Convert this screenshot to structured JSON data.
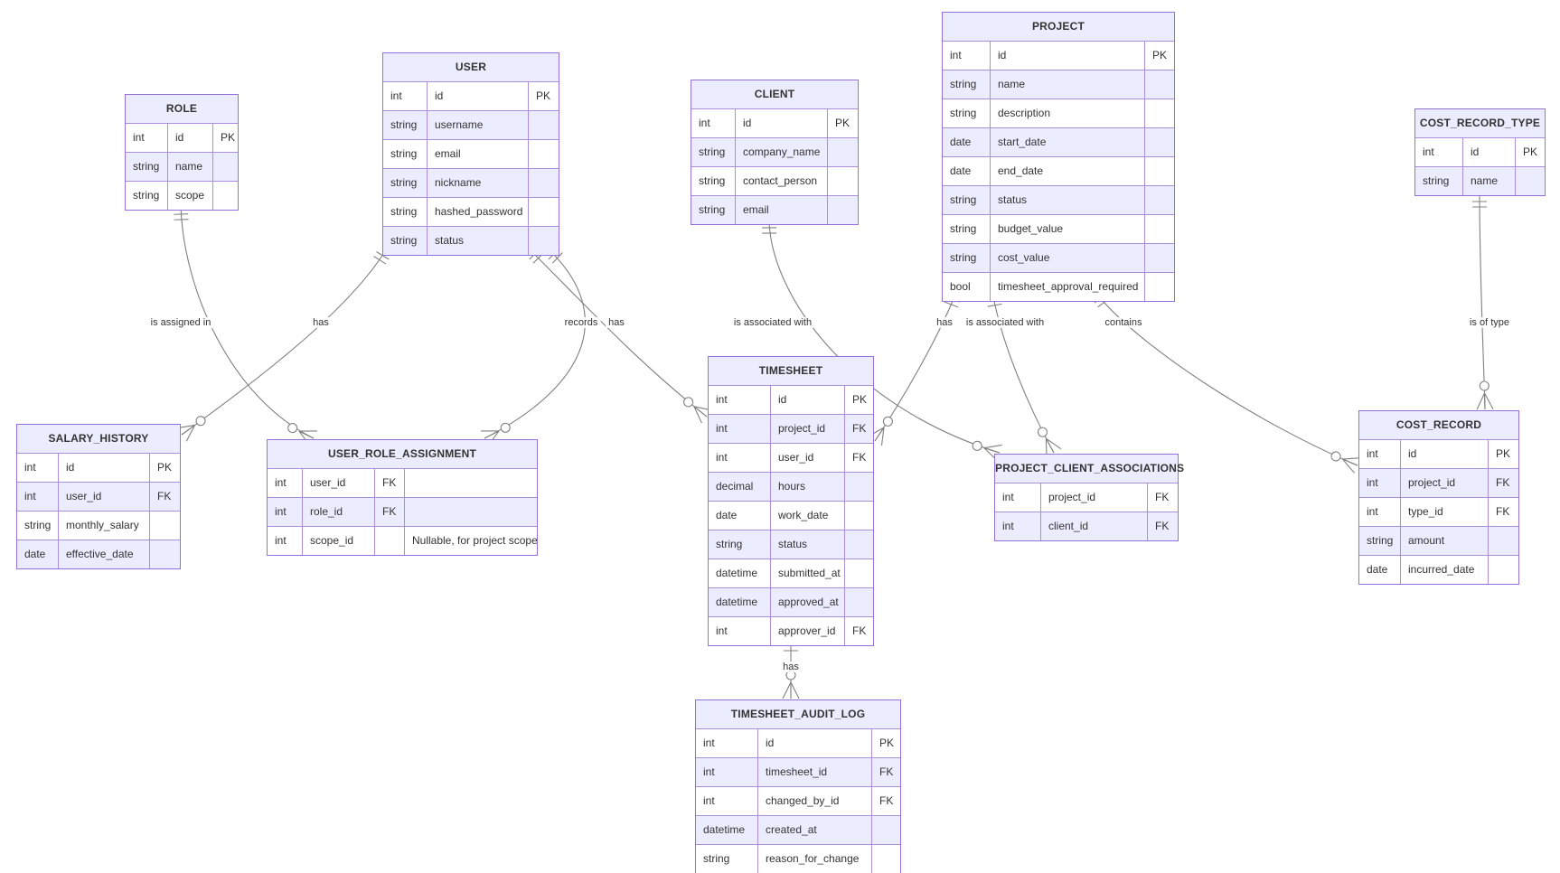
{
  "colors": {
    "entity_border": "#9370DB",
    "entity_header_fill": "#ECECFF",
    "row_alt_fill": "#ECECFF",
    "relationship_line": "#808080"
  },
  "entities": [
    {
      "name": "ROLE",
      "rows": [
        {
          "type": "int",
          "name": "id",
          "key": "PK"
        },
        {
          "type": "string",
          "name": "name",
          "key": ""
        },
        {
          "type": "string",
          "name": "scope",
          "key": ""
        }
      ]
    },
    {
      "name": "USER",
      "rows": [
        {
          "type": "int",
          "name": "id",
          "key": "PK"
        },
        {
          "type": "string",
          "name": "username",
          "key": ""
        },
        {
          "type": "string",
          "name": "email",
          "key": ""
        },
        {
          "type": "string",
          "name": "nickname",
          "key": ""
        },
        {
          "type": "string",
          "name": "hashed_password",
          "key": ""
        },
        {
          "type": "string",
          "name": "status",
          "key": ""
        }
      ]
    },
    {
      "name": "CLIENT",
      "rows": [
        {
          "type": "int",
          "name": "id",
          "key": "PK"
        },
        {
          "type": "string",
          "name": "company_name",
          "key": ""
        },
        {
          "type": "string",
          "name": "contact_person",
          "key": ""
        },
        {
          "type": "string",
          "name": "email",
          "key": ""
        }
      ]
    },
    {
      "name": "PROJECT",
      "rows": [
        {
          "type": "int",
          "name": "id",
          "key": "PK"
        },
        {
          "type": "string",
          "name": "name",
          "key": ""
        },
        {
          "type": "string",
          "name": "description",
          "key": ""
        },
        {
          "type": "date",
          "name": "start_date",
          "key": ""
        },
        {
          "type": "date",
          "name": "end_date",
          "key": ""
        },
        {
          "type": "string",
          "name": "status",
          "key": ""
        },
        {
          "type": "string",
          "name": "budget_value",
          "key": ""
        },
        {
          "type": "string",
          "name": "cost_value",
          "key": ""
        },
        {
          "type": "bool",
          "name": "timesheet_approval_required",
          "key": ""
        }
      ]
    },
    {
      "name": "COST_RECORD_TYPE",
      "rows": [
        {
          "type": "int",
          "name": "id",
          "key": "PK"
        },
        {
          "type": "string",
          "name": "name",
          "key": ""
        }
      ]
    },
    {
      "name": "SALARY_HISTORY",
      "rows": [
        {
          "type": "int",
          "name": "id",
          "key": "PK"
        },
        {
          "type": "int",
          "name": "user_id",
          "key": "FK"
        },
        {
          "type": "string",
          "name": "monthly_salary",
          "key": ""
        },
        {
          "type": "date",
          "name": "effective_date",
          "key": ""
        }
      ]
    },
    {
      "name": "USER_ROLE_ASSIGNMENT",
      "rows": [
        {
          "type": "int",
          "name": "user_id",
          "key": "FK",
          "comment": ""
        },
        {
          "type": "int",
          "name": "role_id",
          "key": "FK",
          "comment": ""
        },
        {
          "type": "int",
          "name": "scope_id",
          "key": "",
          "comment": "Nullable, for project scope"
        }
      ]
    },
    {
      "name": "TIMESHEET",
      "rows": [
        {
          "type": "int",
          "name": "id",
          "key": "PK"
        },
        {
          "type": "int",
          "name": "project_id",
          "key": "FK"
        },
        {
          "type": "int",
          "name": "user_id",
          "key": "FK"
        },
        {
          "type": "decimal",
          "name": "hours",
          "key": ""
        },
        {
          "type": "date",
          "name": "work_date",
          "key": ""
        },
        {
          "type": "string",
          "name": "status",
          "key": ""
        },
        {
          "type": "datetime",
          "name": "submitted_at",
          "key": ""
        },
        {
          "type": "datetime",
          "name": "approved_at",
          "key": ""
        },
        {
          "type": "int",
          "name": "approver_id",
          "key": "FK"
        }
      ]
    },
    {
      "name": "PROJECT_CLIENT_ASSOCIATIONS",
      "rows": [
        {
          "type": "int",
          "name": "project_id",
          "key": "FK"
        },
        {
          "type": "int",
          "name": "client_id",
          "key": "FK"
        }
      ]
    },
    {
      "name": "COST_RECORD",
      "rows": [
        {
          "type": "int",
          "name": "id",
          "key": "PK"
        },
        {
          "type": "int",
          "name": "project_id",
          "key": "FK"
        },
        {
          "type": "int",
          "name": "type_id",
          "key": "FK"
        },
        {
          "type": "string",
          "name": "amount",
          "key": ""
        },
        {
          "type": "date",
          "name": "incurred_date",
          "key": ""
        }
      ]
    },
    {
      "name": "TIMESHEET_AUDIT_LOG",
      "rows": [
        {
          "type": "int",
          "name": "id",
          "key": "PK"
        },
        {
          "type": "int",
          "name": "timesheet_id",
          "key": "FK"
        },
        {
          "type": "int",
          "name": "changed_by_id",
          "key": "FK"
        },
        {
          "type": "datetime",
          "name": "created_at",
          "key": ""
        },
        {
          "type": "string",
          "name": "reason_for_change",
          "key": ""
        }
      ]
    }
  ],
  "relationships": [
    {
      "from": "ROLE",
      "to": "USER_ROLE_ASSIGNMENT",
      "label": "is assigned in",
      "from_cardinality": "exactly one",
      "to_cardinality": "zero or many"
    },
    {
      "from": "USER",
      "to": "SALARY_HISTORY",
      "label": "has",
      "from_cardinality": "exactly one",
      "to_cardinality": "zero or many"
    },
    {
      "from": "USER",
      "to": "TIMESHEET",
      "label": "records",
      "from_cardinality": "exactly one",
      "to_cardinality": "zero or many"
    },
    {
      "from": "USER",
      "to": "USER_ROLE_ASSIGNMENT",
      "label": "has",
      "from_cardinality": "exactly one",
      "to_cardinality": "zero or many"
    },
    {
      "from": "CLIENT",
      "to": "PROJECT_CLIENT_ASSOCIATIONS",
      "label": "is associated with",
      "from_cardinality": "exactly one",
      "to_cardinality": "zero or many"
    },
    {
      "from": "PROJECT",
      "to": "TIMESHEET",
      "label": "has",
      "from_cardinality": "exactly one",
      "to_cardinality": "zero or many"
    },
    {
      "from": "PROJECT",
      "to": "PROJECT_CLIENT_ASSOCIATIONS",
      "label": "is associated with",
      "from_cardinality": "exactly one",
      "to_cardinality": "zero or many"
    },
    {
      "from": "PROJECT",
      "to": "COST_RECORD",
      "label": "contains",
      "from_cardinality": "exactly one",
      "to_cardinality": "zero or many"
    },
    {
      "from": "COST_RECORD_TYPE",
      "to": "COST_RECORD",
      "label": "is of type",
      "from_cardinality": "exactly one",
      "to_cardinality": "zero or many"
    },
    {
      "from": "TIMESHEET",
      "to": "TIMESHEET_AUDIT_LOG",
      "label": "has",
      "from_cardinality": "exactly one",
      "to_cardinality": "zero or many"
    }
  ]
}
